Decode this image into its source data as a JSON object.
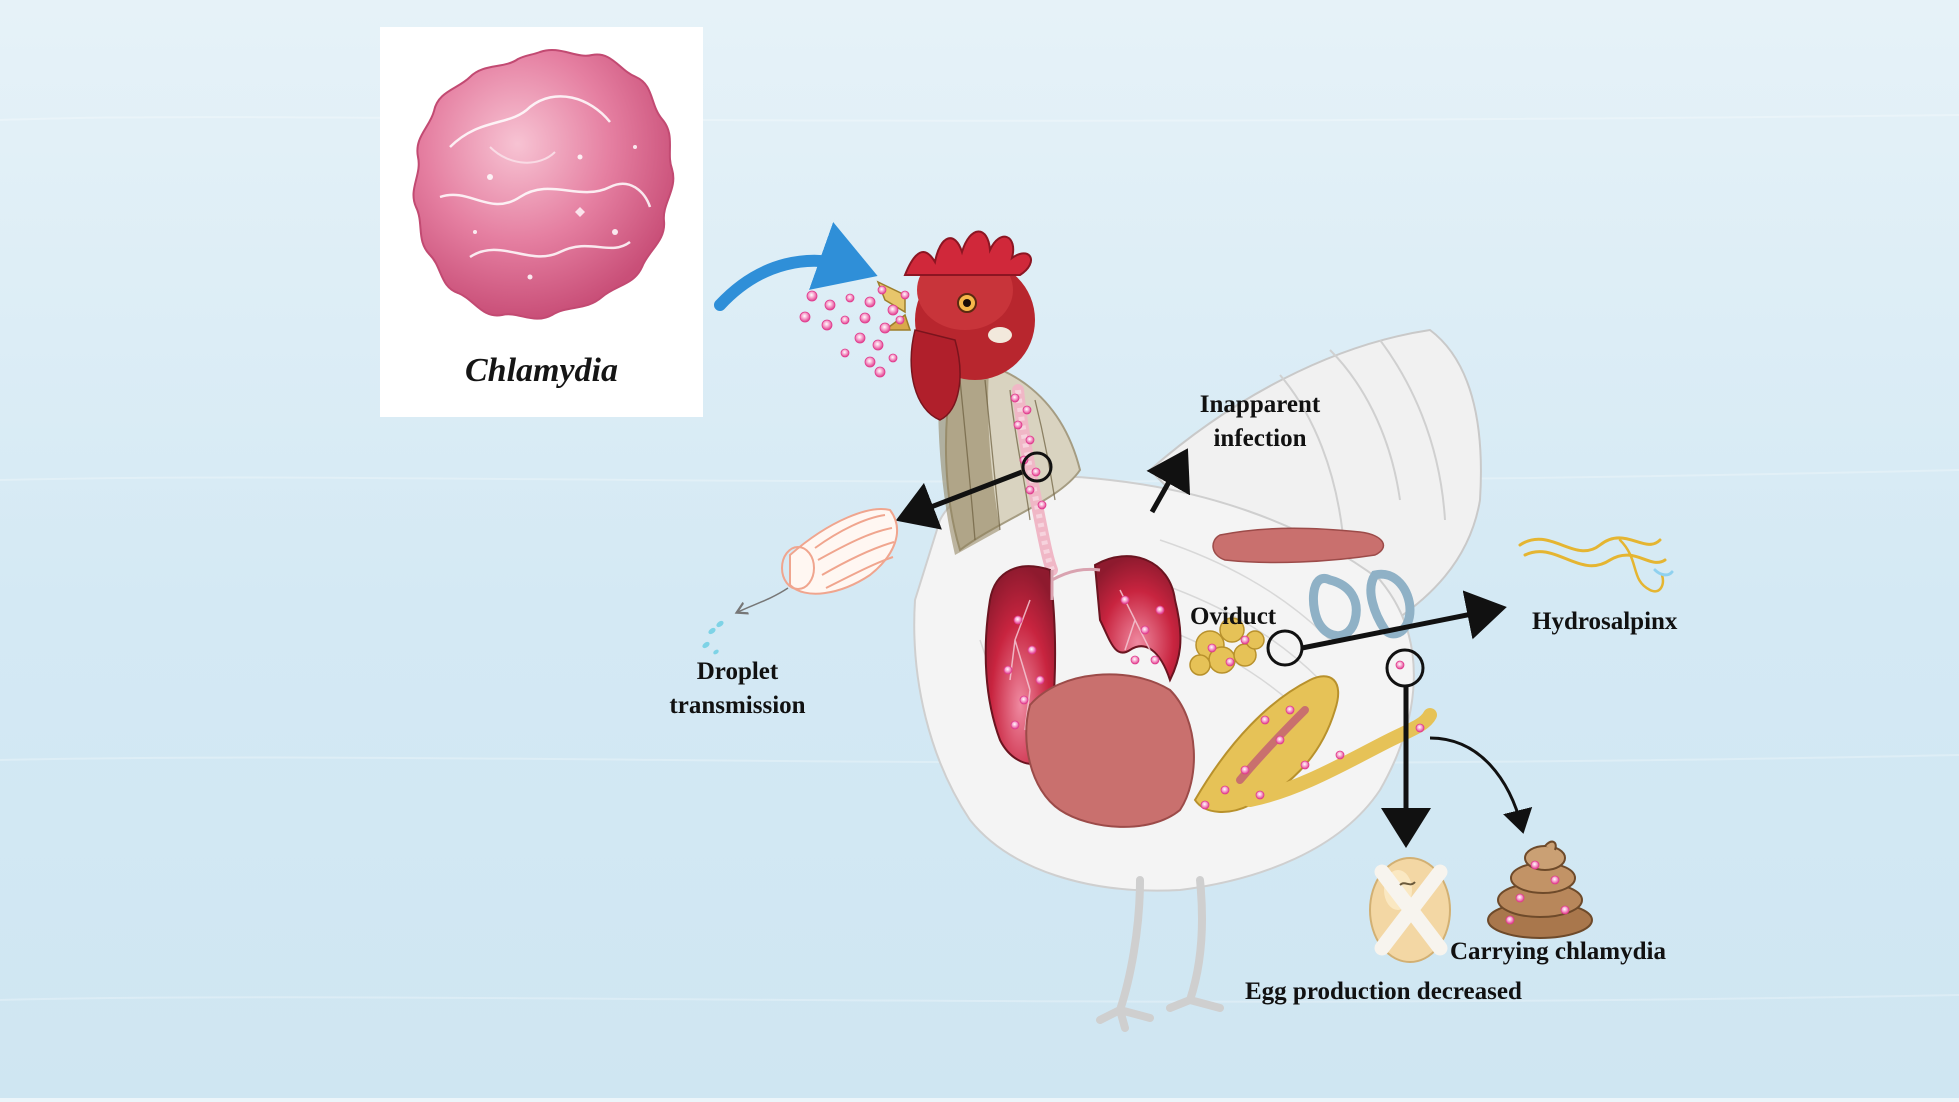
{
  "pathogen": {
    "name": "Chlamydia"
  },
  "labels": {
    "inapparent": [
      "Inapparent",
      "infection"
    ],
    "droplet": [
      "Droplet",
      "transmission"
    ],
    "oviduct": "Oviduct",
    "hydrosalpinx": "Hydrosalpinx",
    "carrying": "Carrying chlamydia",
    "egg": "Egg production decreased"
  },
  "colors": {
    "background": "#d9ecf5",
    "pathogen_pink": "#e06a93",
    "arrow_blue": "#2f8fd8",
    "lung_red": "#c8243f",
    "organ_liver": "#c9706e",
    "oviduct_yellow": "#e6c257",
    "particle_pink": "#f04ca0"
  },
  "icons": [
    "chlamydia-cell-icon",
    "chicken-icon",
    "trachea-icon",
    "droplet-icon",
    "egg-icon",
    "feces-icon",
    "worm-icon"
  ]
}
